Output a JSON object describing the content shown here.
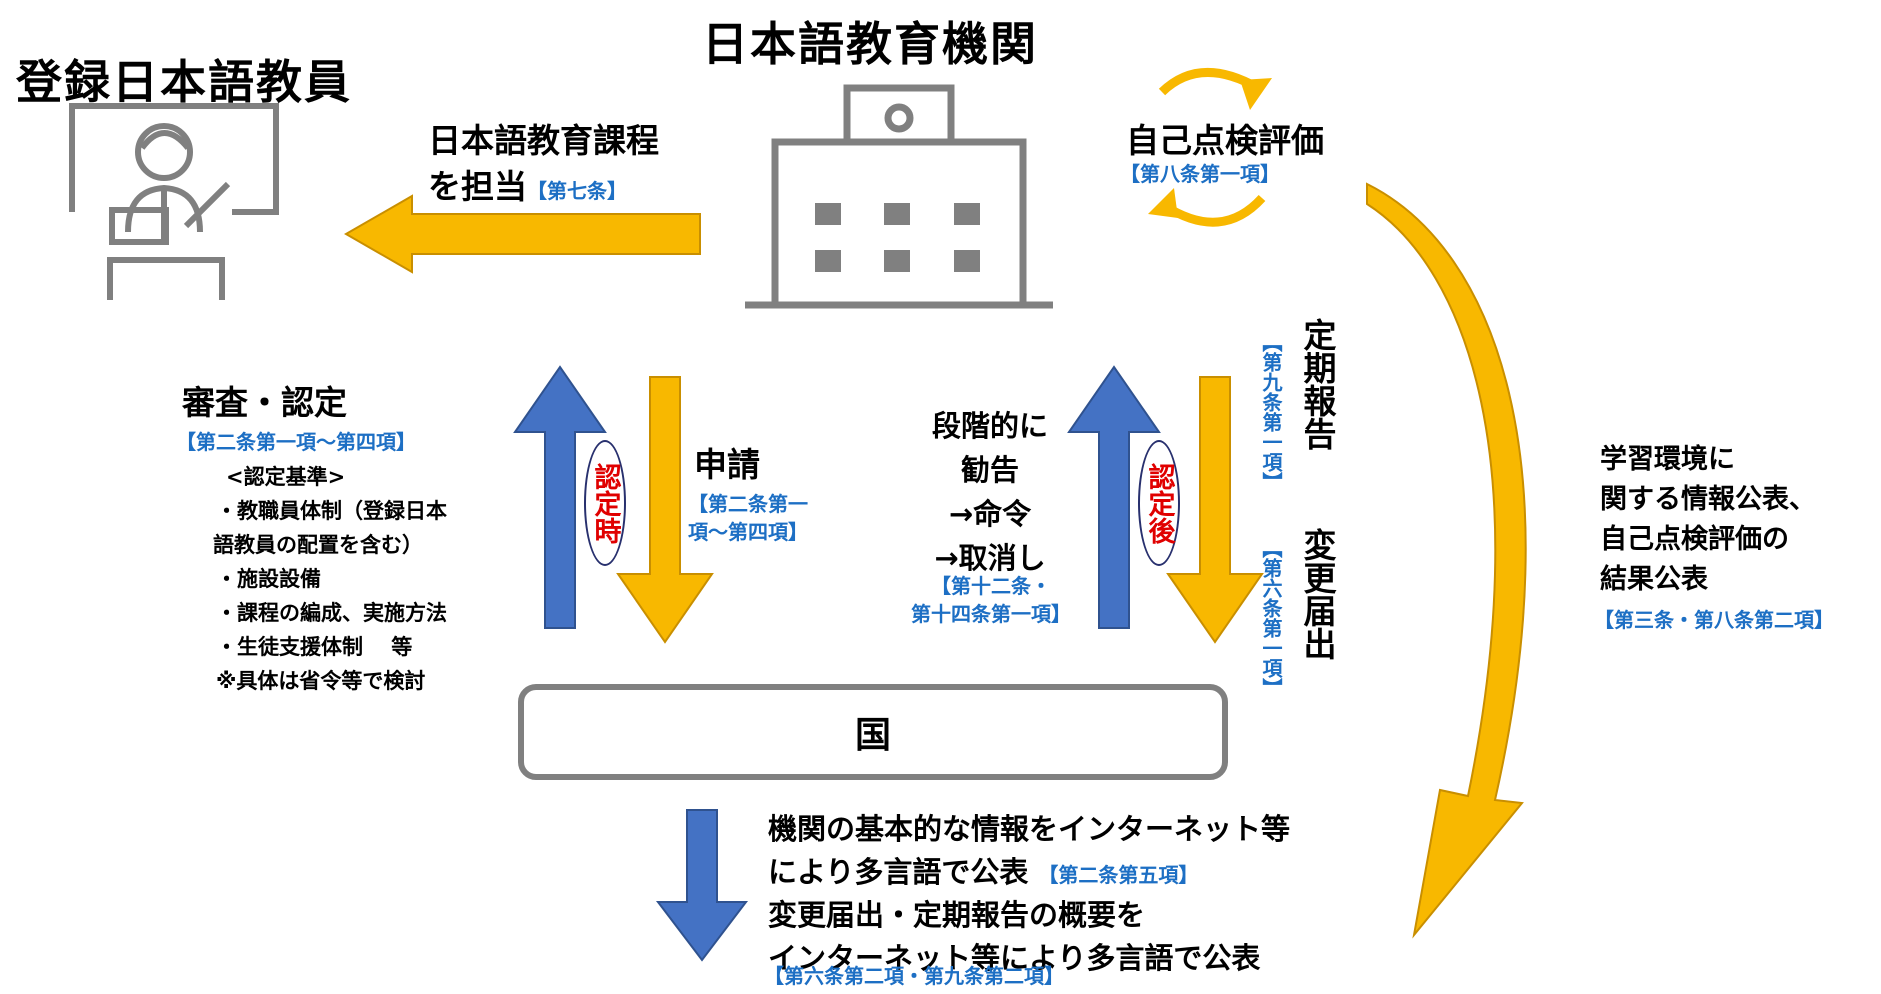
{
  "titles": {
    "institution": "日本語教育機関",
    "teacher": "登録日本語教員",
    "country": "国"
  },
  "teacher_arrow": {
    "line1": "日本語教育課程",
    "line2": "を担当",
    "ref": "【第七条】"
  },
  "self_eval": {
    "label": "自己点検評価",
    "ref": "【第八条第一項】"
  },
  "review": {
    "title": "審査・認定",
    "ref": "【第二条第一項～第四項】",
    "items": [
      "<認定基準>",
      "・教職員体制（登録日本",
      "語教員の配置を含む）",
      "・施設設備",
      "・課程の編成、実施方法",
      "・生徒支援体制　 等",
      "※具体は省令等で検討"
    ]
  },
  "certify_time": "認定時",
  "after_certify": "認定後",
  "apply": {
    "label": "申請",
    "ref_line1": "【第二条第一",
    "ref_line2": "項～第四項】"
  },
  "sanction": {
    "lines": [
      "段階的に",
      "勧告",
      "→命令",
      "→取消し"
    ],
    "ref_line1": "【第十二条・",
    "ref_line2": "第十四条第一項】"
  },
  "periodic_report": {
    "label": "定期報告",
    "ref": "【第九条第一項】"
  },
  "change_notice": {
    "label": "変更届出",
    "ref": "【第六条第一項】"
  },
  "learning_env": {
    "lines": [
      "学習環境に",
      "関する情報公表、",
      "自己点検評価の",
      "結果公表"
    ],
    "ref": "【第三条・第八条第二項】"
  },
  "publication": {
    "line1": "機関の基本的な情報をインターネット等",
    "line2": "により多言語で公表",
    "line2_ref": "【第二条第五項】",
    "line3": "変更届出・定期報告の概要を",
    "line4": "インターネット等により多言語で公表",
    "line4_ref": "【第六条第二項・第九条第二項】"
  },
  "colors": {
    "orange": "#f8b800",
    "orange_edge": "#c98f00",
    "blue": "#4472c4",
    "blue_edge": "#2f528f",
    "gray": "#808080",
    "ref": "#1d6fc4",
    "red": "#e00000"
  }
}
